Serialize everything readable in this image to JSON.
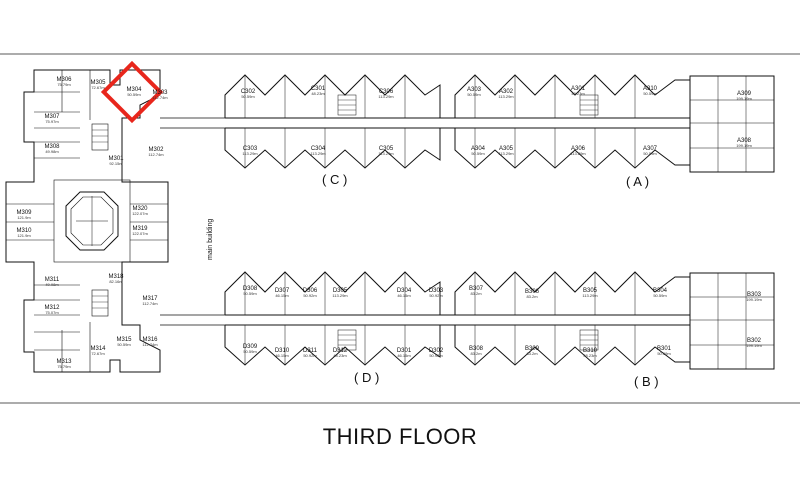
{
  "title": "THIRD FLOOR",
  "main_building_label": "main building",
  "highlight_color": "#e8261c",
  "wings": [
    {
      "id": "C",
      "label": "( C )"
    },
    {
      "id": "A",
      "label": "( A )"
    },
    {
      "id": "D",
      "label": "( D )"
    },
    {
      "id": "B",
      "label": "( B )"
    }
  ],
  "units": [
    {
      "name": "M306",
      "area": "75.79m"
    },
    {
      "name": "M305",
      "area": "72.67m"
    },
    {
      "name": "M304",
      "area": "50.59m"
    },
    {
      "name": "M303",
      "area": "112.74m"
    },
    {
      "name": "M307",
      "area": "75.97m"
    },
    {
      "name": "M308",
      "area": "49.98m"
    },
    {
      "name": "M302",
      "area": "112.74m"
    },
    {
      "name": "M301",
      "area": "92.15m"
    },
    {
      "name": "M309",
      "area": "121.9m"
    },
    {
      "name": "M310",
      "area": "121.9m"
    },
    {
      "name": "M320",
      "area": "122.07m"
    },
    {
      "name": "M319",
      "area": "122.07m"
    },
    {
      "name": "M318",
      "area": "82.16m"
    },
    {
      "name": "M311",
      "area": "49.98m"
    },
    {
      "name": "M312",
      "area": "75.07m"
    },
    {
      "name": "M313",
      "area": "75.79m"
    },
    {
      "name": "M314",
      "area": "72.67m"
    },
    {
      "name": "M315",
      "area": "50.59m"
    },
    {
      "name": "M316",
      "area": "112.74m"
    },
    {
      "name": "M317",
      "area": "112.74m"
    },
    {
      "name": "C302",
      "area": "50.59m"
    },
    {
      "name": "C301",
      "area": "48.23m"
    },
    {
      "name": "C306",
      "area": "113.29m"
    },
    {
      "name": "C303",
      "area": "113.29m"
    },
    {
      "name": "C304",
      "area": "113.29m"
    },
    {
      "name": "C305",
      "area": "113.29m"
    },
    {
      "name": "A303",
      "area": "50.59m"
    },
    {
      "name": "A302",
      "area": "113.29m"
    },
    {
      "name": "A301",
      "area": "48.23m"
    },
    {
      "name": "A310",
      "area": "50.59m"
    },
    {
      "name": "A309",
      "area": "199.19m"
    },
    {
      "name": "A304",
      "area": "50.59m"
    },
    {
      "name": "A305",
      "area": "113.29m"
    },
    {
      "name": "A306",
      "area": "113.29m"
    },
    {
      "name": "A307",
      "area": "50.59m"
    },
    {
      "name": "A308",
      "area": "199.19m"
    },
    {
      "name": "D308",
      "area": "50.59m"
    },
    {
      "name": "D307",
      "area": "46.15m"
    },
    {
      "name": "D306",
      "area": "50.92m"
    },
    {
      "name": "D305",
      "area": "113.29m"
    },
    {
      "name": "D304",
      "area": "46.15m"
    },
    {
      "name": "D303",
      "area": "50.92m"
    },
    {
      "name": "D309",
      "area": "50.59m"
    },
    {
      "name": "D310",
      "area": "46.15m"
    },
    {
      "name": "D311",
      "area": "50.92m"
    },
    {
      "name": "D312",
      "area": "48.23m"
    },
    {
      "name": "D301",
      "area": "46.15m"
    },
    {
      "name": "D302",
      "area": "50.92m"
    },
    {
      "name": "B307",
      "area": "83.2m"
    },
    {
      "name": "B306",
      "area": "83.2m"
    },
    {
      "name": "B305",
      "area": "113.29m"
    },
    {
      "name": "B304",
      "area": "50.59m"
    },
    {
      "name": "B303",
      "area": "199.19m"
    },
    {
      "name": "B308",
      "area": "83.2m"
    },
    {
      "name": "B309",
      "area": "83.2m"
    },
    {
      "name": "B310",
      "area": "48.23m"
    },
    {
      "name": "B301",
      "area": "50.59m"
    },
    {
      "name": "B302",
      "area": "199.19m"
    }
  ]
}
